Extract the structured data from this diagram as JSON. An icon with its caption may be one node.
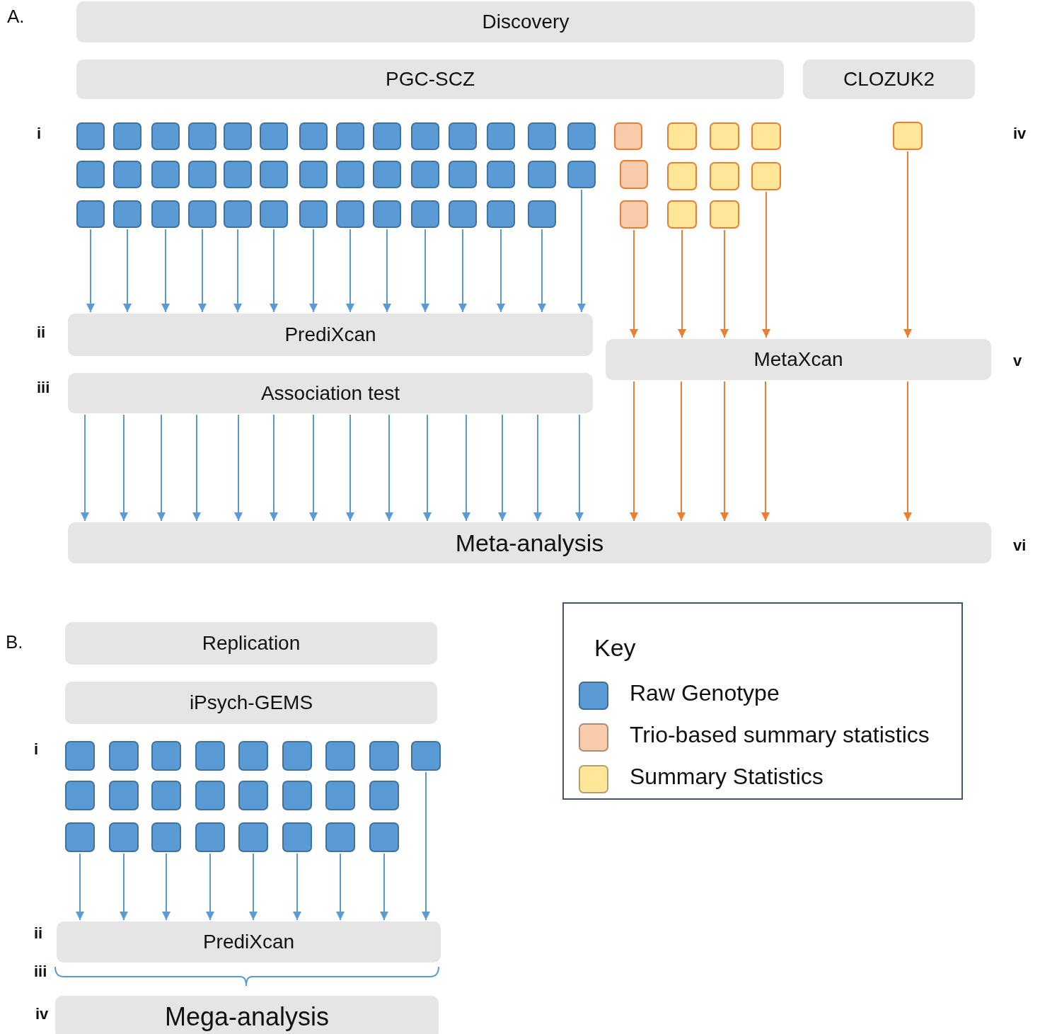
{
  "diagram": {
    "nodes": [
      {
        "text": [
          "Discovery"
        ]
      },
      {
        "text": [
          "PGC-SCZ"
        ]
      },
      {
        "text": [
          "CLOZUK2"
        ]
      },
      {
        "text": [],
        "shape": "box"
      },
      {
        "text": [],
        "shape": "box"
      },
      {
        "text": [],
        "shape": "box"
      },
      {
        "text": [],
        "shape": "box"
      },
      {
        "text": [],
        "shape": "box"
      },
      {
        "text": [],
        "shape": "box"
      },
      {
        "text": [],
        "shape": "box"
      },
      {
        "text": [],
        "shape": "box"
      },
      {
        "text": [],
        "shape": "box"
      },
      {
        "text": [],
        "shape": "box"
      },
      {
        "text": [],
        "shape": "box"
      },
      {
        "text": [],
        "shape": "box"
      },
      {
        "text": [],
        "shape": "box"
      },
      {
        "text": [],
        "shape": "box"
      },
      {
        "text": [],
        "shape": "box"
      },
      {
        "text": [],
        "shape": "box"
      },
      {
        "text": [],
        "shape": "box"
      },
      {
        "text": [],
        "shape": "box"
      },
      {
        "text": [],
        "shape": "box"
      },
      {
        "text": [],
        "shape": "box"
      },
      {
        "text": [],
        "shape": "box"
      },
      {
        "text": [],
        "shape": "box"
      },
      {
        "text": [],
        "shape": "box"
      },
      {
        "text": [],
        "shape": "box"
      },
      {
        "text": [],
        "shape": "box"
      },
      {
        "text": [],
        "shape": "box"
      },
      {
        "text": [],
        "shape": "box"
      },
      {
        "text": [],
        "shape": "box"
      },
      {
        "text": [],
        "shape": "box"
      },
      {
        "text": [],
        "shape": "box"
      },
      {
        "text": [],
        "shape": "box"
      },
      {
        "text": [],
        "shape": "box"
      },
      {
        "text": [],
        "shape": "box"
      },
      {
        "text": [],
        "shape": "box"
      },
      {
        "text": [],
        "shape": "box"
      },
      {
        "text": [],
        "shape": "box"
      },
      {
        "text": [],
        "shape": "box"
      },
      {
        "text": [],
        "shape": "box"
      },
      {
        "text": [],
        "shape": "box"
      },
      {
        "text": [],
        "shape": "box"
      },
      {
        "text": [],
        "shape": "box"
      },
      {
        "text": [],
        "shape": "box"
      },
      {
        "text": [],
        "shape": "box"
      },
      {
        "text": [],
        "shape": "box"
      },
      {
        "text": [],
        "shape": "box"
      },
      {
        "text": [],
        "shape": "box"
      },
      {
        "text": [],
        "shape": "box"
      },
      {
        "text": [],
        "shape": "box"
      },
      {
        "text": [],
        "shape": "box"
      },
      {
        "text": [],
        "shape": "box"
      },
      {
        "text": [],
        "shape": "box"
      },
      {
        "text": [],
        "shape": "box"
      },
      {
        "text": [],
        "shape": "box"
      },
      {
        "text": [
          "PrediXcan"
        ]
      },
      {
        "text": [
          "MetaXcan"
        ]
      },
      {
        "text": [
          "Association test"
        ]
      },
      {
        "text": [
          "Meta-analysis"
        ]
      },
      {
        "text": [
          "Replication"
        ]
      },
      {
        "text": [
          "iPsych-GEMS"
        ]
      },
      {
        "text": [],
        "shape": "box"
      },
      {
        "text": [],
        "shape": "box"
      },
      {
        "text": [],
        "shape": "box"
      },
      {
        "text": [],
        "shape": "box"
      },
      {
        "text": [],
        "shape": "box"
      },
      {
        "text": [],
        "shape": "box"
      },
      {
        "text": [],
        "shape": "box"
      },
      {
        "text": [],
        "shape": "box"
      },
      {
        "text": [],
        "shape": "box"
      },
      {
        "text": [],
        "shape": "box"
      },
      {
        "text": [],
        "shape": "box"
      },
      {
        "text": [],
        "shape": "box"
      },
      {
        "text": [],
        "shape": "box"
      },
      {
        "text": [],
        "shape": "box"
      },
      {
        "text": [],
        "shape": "box"
      },
      {
        "text": [],
        "shape": "box"
      },
      {
        "text": [],
        "shape": "box"
      },
      {
        "text": [],
        "shape": "box"
      },
      {
        "text": [],
        "shape": "box"
      },
      {
        "text": [],
        "shape": "box"
      },
      {
        "text": [],
        "shape": "box"
      },
      {
        "text": [],
        "shape": "box"
      },
      {
        "text": [],
        "shape": "box"
      },
      {
        "text": [],
        "shape": "box"
      },
      {
        "text": [],
        "shape": "box"
      },
      {
        "text": [
          "PrediXcan"
        ]
      },
      {
        "text": [
          "Mega-analysis"
        ]
      }
    ],
    "edges": [
      {
        "from": 40,
        "to": 56,
        "arrow": "to"
      },
      {
        "from": 41,
        "to": 56,
        "arrow": "to"
      },
      {
        "from": 42,
        "to": 56,
        "arrow": "to"
      },
      {
        "from": 43,
        "to": 56,
        "arrow": "to"
      },
      {
        "from": 44,
        "to": 56,
        "arrow": "to"
      },
      {
        "from": 45,
        "to": 56,
        "arrow": "to"
      },
      {
        "from": 46,
        "to": 56,
        "arrow": "to"
      },
      {
        "from": 47,
        "to": 56,
        "arrow": "to"
      },
      {
        "from": 48,
        "to": 56,
        "arrow": "to"
      },
      {
        "from": 49,
        "to": 56,
        "arrow": "to"
      },
      {
        "from": 50,
        "to": 56,
        "arrow": "to"
      },
      {
        "from": 51,
        "to": 56,
        "arrow": "to"
      },
      {
        "from": 52,
        "to": 56,
        "arrow": "to"
      },
      {
        "from": 35,
        "to": 56,
        "arrow": "to"
      },
      {
        "from": 53,
        "to": 57,
        "arrow": "to",
        "color": "#ed7d31"
      },
      {
        "from": 54,
        "to": 57,
        "arrow": "to",
        "color": "#ed7d31"
      },
      {
        "from": 55,
        "to": 57,
        "arrow": "to",
        "color": "#ed7d31"
      },
      {
        "from": 39,
        "to": 57,
        "arrow": "to",
        "color": "#ed7d31"
      },
      {
        "from": 21,
        "to": 57,
        "arrow": "to",
        "color": "#ed7d31"
      },
      {
        "from": 58,
        "to": 59,
        "arrow": "to"
      },
      {
        "from": 58,
        "to": 59,
        "arrow": "to"
      },
      {
        "from": 58,
        "to": 59,
        "arrow": "to"
      },
      {
        "from": 58,
        "to": 59,
        "arrow": "to"
      },
      {
        "from": 58,
        "to": 59,
        "arrow": "to"
      },
      {
        "from": 58,
        "to": 59,
        "arrow": "to"
      },
      {
        "from": 58,
        "to": 59,
        "arrow": "to"
      },
      {
        "from": 58,
        "to": 59,
        "arrow": "to"
      },
      {
        "from": 58,
        "to": 59,
        "arrow": "to"
      },
      {
        "from": 58,
        "to": 59,
        "arrow": "to"
      },
      {
        "from": 58,
        "to": 59,
        "arrow": "to"
      },
      {
        "from": 58,
        "to": 59,
        "arrow": "to"
      },
      {
        "from": 58,
        "to": 59,
        "arrow": "to"
      },
      {
        "from": 58,
        "to": 59,
        "arrow": "to"
      },
      {
        "from": 57,
        "to": 59,
        "arrow": "to",
        "color": "#ed7d31"
      },
      {
        "from": 57,
        "to": 59,
        "arrow": "to",
        "color": "#ed7d31"
      },
      {
        "from": 57,
        "to": 59,
        "arrow": "to",
        "color": "#ed7d31"
      },
      {
        "from": 57,
        "to": 59,
        "arrow": "to",
        "color": "#ed7d31"
      },
      {
        "from": 57,
        "to": 59,
        "arrow": "to",
        "color": "#ed7d31"
      },
      {
        "from": 79,
        "to": 87,
        "arrow": "to"
      },
      {
        "from": 80,
        "to": 87,
        "arrow": "to"
      },
      {
        "from": 81,
        "to": 87,
        "arrow": "to"
      },
      {
        "from": 82,
        "to": 87,
        "arrow": "to"
      },
      {
        "from": 83,
        "to": 87,
        "arrow": "to"
      },
      {
        "from": 84,
        "to": 87,
        "arrow": "to"
      },
      {
        "from": 85,
        "to": 87,
        "arrow": "to"
      },
      {
        "from": 86,
        "to": 87,
        "arrow": "to"
      },
      {
        "from": 70,
        "to": 87,
        "arrow": "to"
      }
    ],
    "labels": [
      "A.",
      "i",
      "iv",
      "ii",
      "v",
      "iii",
      "vi",
      "B.",
      "Key",
      "i",
      "ii",
      "iii",
      "iv"
    ],
    "legend": [
      {
        "text": "Raw Genotype",
        "color": "#5b9bd5"
      },
      {
        "text": "Trio-based summary statistics",
        "color": "#f8cbad"
      },
      {
        "text": "Summary Statistics",
        "color": "#ffe699"
      }
    ]
  }
}
